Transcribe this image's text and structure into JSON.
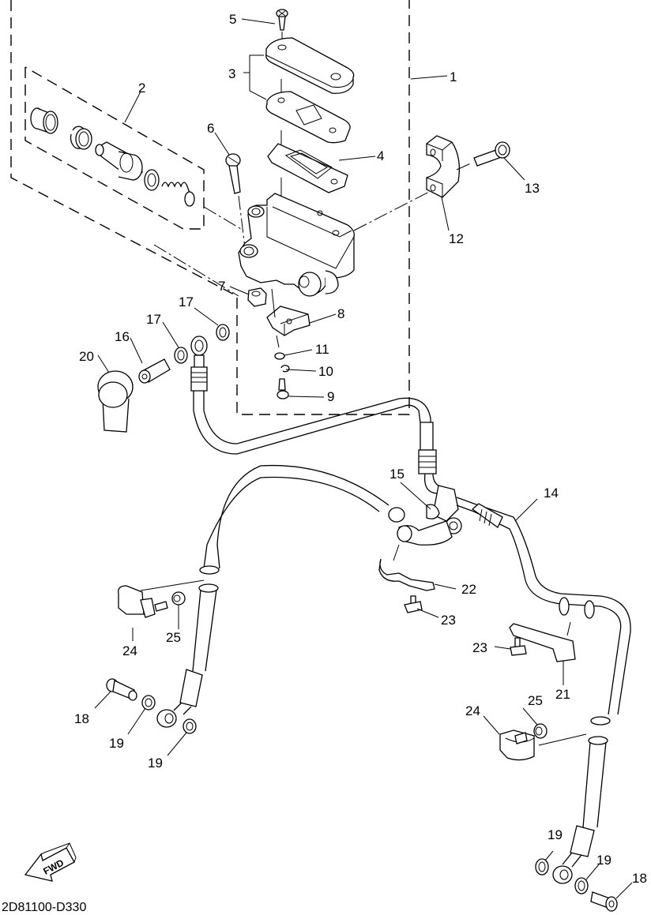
{
  "diagram": {
    "title_code": "2D81100-D330",
    "direction_indicator": "FWD",
    "colors": {
      "line": "#000000",
      "background": "#ffffff"
    },
    "callouts": {
      "c1": "1",
      "c2": "2",
      "c3": "3",
      "c4": "4",
      "c5": "5",
      "c6": "6",
      "c7": "7",
      "c8": "8",
      "c9": "9",
      "c10": "10",
      "c11": "11",
      "c12": "12",
      "c13": "13",
      "c14": "14",
      "c15": "15",
      "c16": "16",
      "c17a": "17",
      "c17b": "17",
      "c18a": "18",
      "c18b": "18",
      "c19a": "19",
      "c19b": "19",
      "c19c": "19",
      "c19d": "19",
      "c20": "20",
      "c21": "21",
      "c22": "22",
      "c23a": "23",
      "c23b": "23",
      "c24a": "24",
      "c24b": "24",
      "c25a": "25",
      "c25b": "25"
    }
  }
}
